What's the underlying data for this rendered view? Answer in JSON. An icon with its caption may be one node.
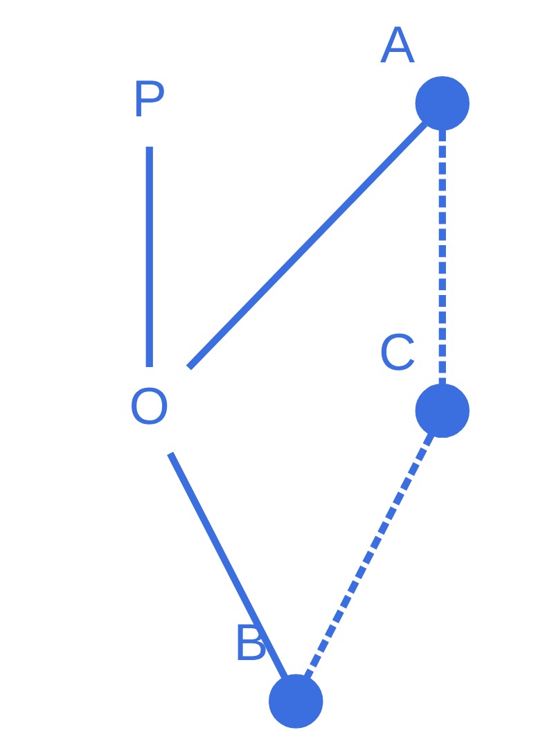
{
  "diagram": {
    "nodes": [
      {
        "text": [
          "P"
        ]
      },
      {
        "text": [
          "O"
        ]
      },
      {
        "text": [
          "A"
        ]
      },
      {
        "text": [
          "C"
        ]
      },
      {
        "text": [
          "B"
        ]
      }
    ],
    "edges": [
      {
        "from": 1,
        "to": 0,
        "arrow": "none"
      },
      {
        "from": 1,
        "to": 2,
        "arrow": "none"
      },
      {
        "from": 1,
        "to": 4,
        "arrow": "none"
      },
      {
        "from": 2,
        "to": 3,
        "arrow": "none",
        "style": "dashed"
      },
      {
        "from": 3,
        "to": 4,
        "arrow": "none",
        "style": "dashed"
      }
    ]
  }
}
